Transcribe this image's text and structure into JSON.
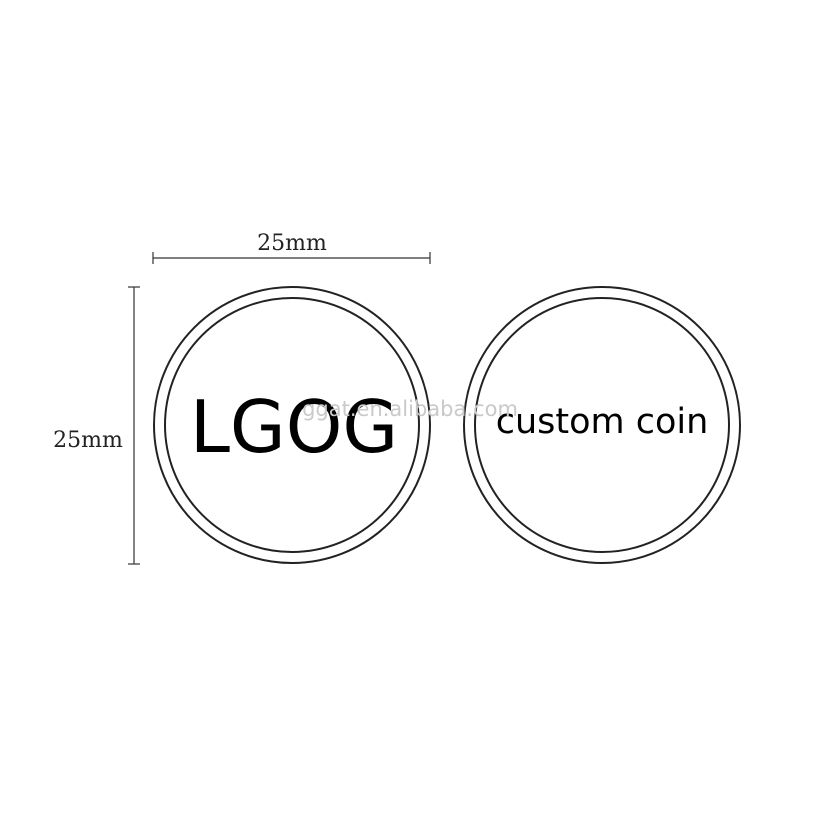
{
  "dimensions": {
    "width_label": "25mm",
    "height_label": "25mm"
  },
  "coins": [
    {
      "text": "LGOG"
    },
    {
      "text": "custom coin"
    }
  ],
  "watermark": "ggat.en.alibaba.com",
  "colors": {
    "background": "#ffffff",
    "line": "#333333",
    "text": "#000000",
    "watermark": "#c9c9c9"
  }
}
